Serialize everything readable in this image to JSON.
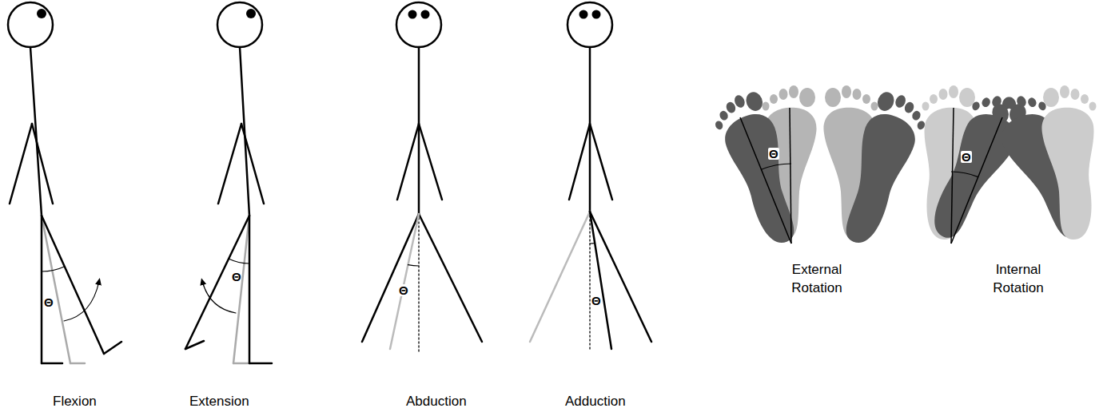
{
  "diagram": {
    "labels": [
      "Θ",
      "Θ",
      "Θ",
      "Θ",
      "Θ",
      "Θ",
      "Flexion",
      "Extension",
      "Abduction",
      "Adduction",
      "External Rotation",
      "Internal Rotation"
    ]
  }
}
